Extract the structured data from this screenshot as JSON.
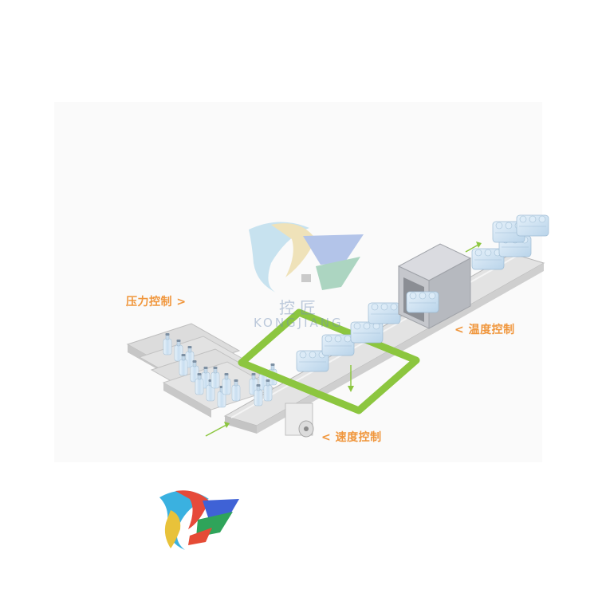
{
  "labels": {
    "pressure": "压力控制 >",
    "temperature": "< 温度控制",
    "speed": "< 速度控制"
  },
  "watermark": {
    "chinese": "控匠",
    "english": "KONGJIANG"
  },
  "colors": {
    "label_orange": "#f0963c",
    "control_loop_green": "#8cc63f",
    "machine_gray": "#c9cbd0",
    "bottle_blue": "#d6e8f5",
    "conveyor_gray": "#d4d4d4"
  },
  "icons": [
    "arrow-in-icon",
    "arrow-out-icon",
    "logo-icon",
    "watermark-logo-icon"
  ]
}
